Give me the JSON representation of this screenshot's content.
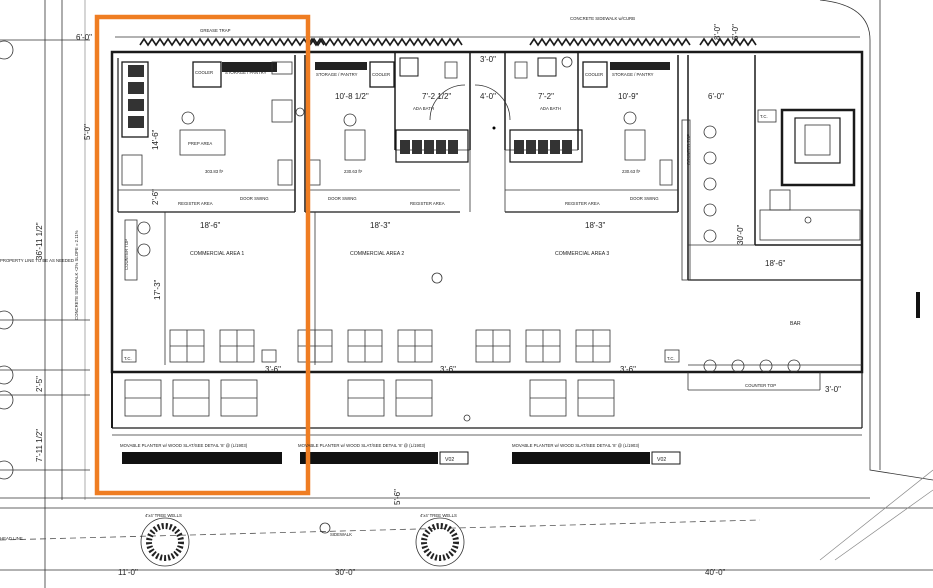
{
  "labels": {
    "concrete_sidewalk": "CONCRETE SIDEWALK w/CURB",
    "grease_trap": "GREASE TRAP",
    "cooler": "COOLER",
    "storage_pantry": "STORAGE / PANTRY",
    "prep_area": "PREP AREA",
    "ada_bath": "ADA BATH",
    "register_area": "REGISTER AREA",
    "door_swing": "DOOR SWING",
    "area_1": "303.83 ft²",
    "area_2": "230.63 ft²",
    "area_3": "230.63 ft²",
    "commercial_area_1": "COMMERCIAL AREA 1",
    "commercial_area_2": "COMMERCIAL AREA 2",
    "commercial_area_3": "COMMERCIAL AREA 3",
    "counter_top": "COUNTER TOP",
    "bar": "BAR",
    "tc": "T.C.",
    "planter_1": "MOVABLE PLANTER w/ WOOD SLAT/SEE DETAIL '8' @ (L/1903)",
    "planter_2": "MOVABLE PLANTER w/ WOOD SLAT/SEE DETAIL '8' @ (L/1903)",
    "planter_3": "MOVABLE PLANTER w/ WOOD SLAT/SEE DETAIL '8' @ (L/1903)",
    "v02_a": "V02",
    "v02_b": "V02",
    "concrete_sidewalk_slope": "CONCRETE SIDEWALK <2% SLOPE = 2.11%",
    "property_line": "PROPERTY LINE TO BE AS NEEDED",
    "sidewalk": "SIDEWALK",
    "tree_wells_1": "4'x4' TREE WELLS",
    "tree_wells_2": "4'x4' TREE WELLS",
    "head_line": "HEAD LINE"
  },
  "dims": {
    "d_6_0": "6'-0\"",
    "d_5_0": "5'-0\"",
    "d_14_6": "14'-6\"",
    "d_2_6": "2'-6\"",
    "d_17_3": "17'-3\"",
    "d_36_11": "36'-11 1/2\"",
    "d_2_5": "2'-5\"",
    "d_7_11": "7'-11 1/2\"",
    "d_18_6_a": "18'-6\"",
    "d_18_3_a": "18'-3\"",
    "d_18_3_b": "18'-3\"",
    "d_18_6_b": "18'-6\"",
    "d_10_8": "10'-8 1/2\"",
    "d_7_2_a": "7'-2 1/2\"",
    "d_4_0": "4'-0\"",
    "d_7_2_b": "7'-2\"",
    "d_10_9": "10'-9\"",
    "d_6_0_b": "6'-0\"",
    "d_3_6_a": "3'-6\"",
    "d_3_6_b": "3'-6\"",
    "d_3_6_c": "3'-6\"",
    "d_3_0": "3'-0\"",
    "d_30_0_v": "30'-0\"",
    "d_11_0": "11'-0\"",
    "d_30_0": "30'-0\"",
    "d_40_0": "40'-0\"",
    "d_5_0_b": "5'-0\"",
    "d_8_0": "8'-0\"",
    "d_3_0_b": "3'-0\"",
    "d_5_6": "5'-6\""
  },
  "highlight_color": "#ef7d22"
}
